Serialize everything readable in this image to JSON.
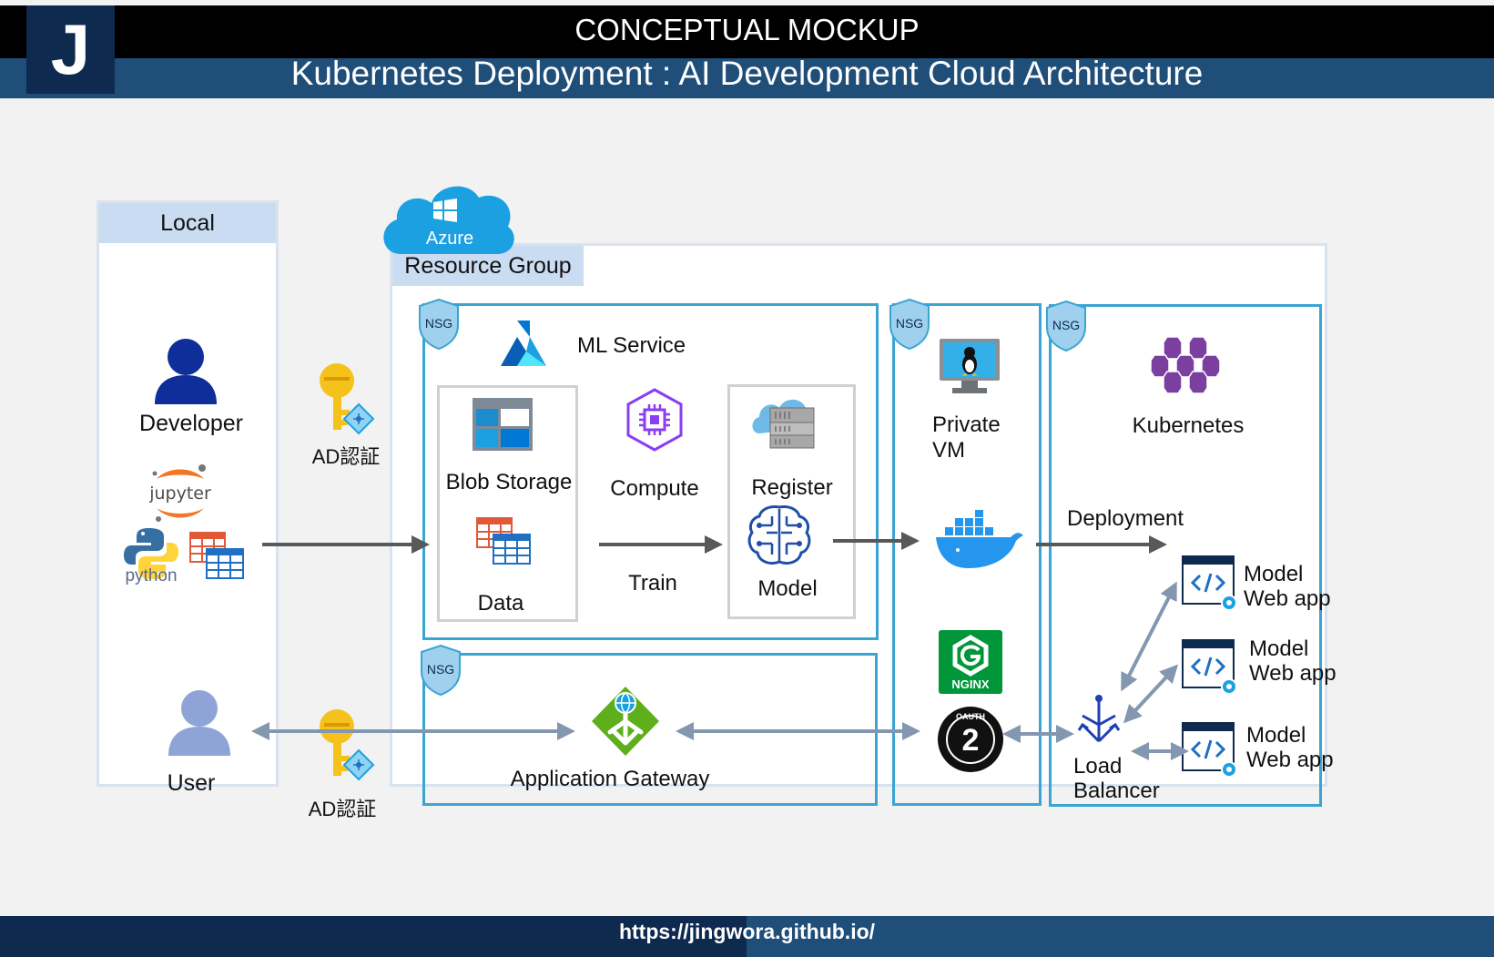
{
  "header": {
    "logo_letter": "J",
    "top_title": "CONCEPTUAL MOCKUP",
    "main_title": "Kubernetes Deployment : AI Development Cloud  Architecture"
  },
  "footer": {
    "url": "https://jingwora.github.io/"
  },
  "local": {
    "tab_label": "Local",
    "developer_label": "Developer",
    "jupyter_label": "jupyter",
    "python_label": "python",
    "user_label": "User"
  },
  "auth": {
    "label_top": "AD認証",
    "label_bottom": "AD認証"
  },
  "azure": {
    "cloud_label": "Azure",
    "resource_group_label": "Resource Group"
  },
  "nsg_label": "NSG",
  "ml": {
    "service_label": "ML Service",
    "blob_storage_label": "Blob Storage",
    "data_label": "Data",
    "compute_label": "Compute",
    "train_label": "Train",
    "register_label": "Register",
    "model_label": "Model"
  },
  "gateway": {
    "label": "Application Gateway"
  },
  "vm": {
    "private_line1": "Private",
    "private_line2": "VM",
    "nginx_label": "NGINX",
    "oauth_label": "OAUTH",
    "oauth_number": "2"
  },
  "k8s": {
    "label": "Kubernetes",
    "deployment_label": "Deployment",
    "load_balancer_line1": "Load",
    "load_balancer_line2": "Balancer",
    "webapps": [
      {
        "line1": "Model",
        "line2": "Web app"
      },
      {
        "line1": "Model",
        "line2": "Web app"
      },
      {
        "line1": "Model",
        "line2": "Web app"
      }
    ]
  },
  "colors": {
    "header_bar": "#000000",
    "title_bar": "#1f4e79",
    "logo_bg": "#0e2a4f",
    "box_border": "#3aa5d3",
    "tab_bg": "#c9dcf1",
    "arrow_dark": "#595959",
    "arrow_light": "#8497b0",
    "azure_blue": "#1ba1e2",
    "k8s_purple": "#7b3fa0",
    "nginx_green": "#009639",
    "gateway_green": "#5eaf1b",
    "key_yellow": "#f4c21a"
  }
}
